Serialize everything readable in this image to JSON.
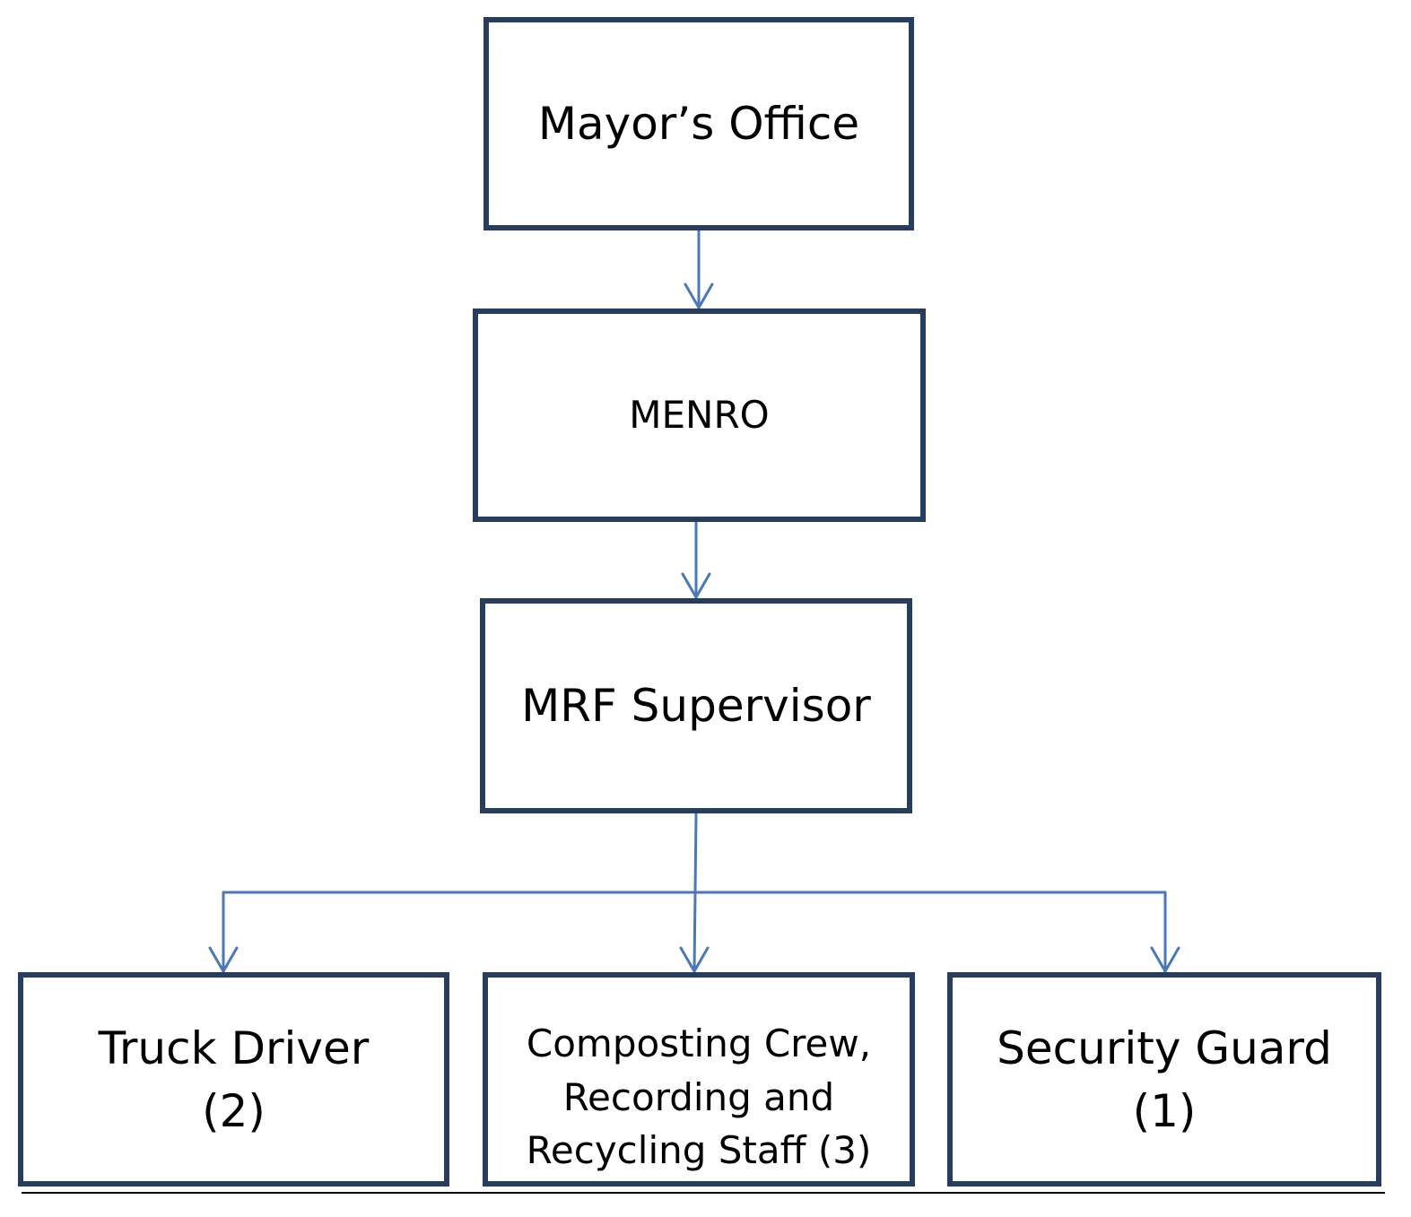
{
  "diagram": {
    "colors": {
      "box_border": "#263d5e",
      "connector": "#4a78b8",
      "text": "#000000",
      "background": "#ffffff"
    },
    "boxes": {
      "mayors_office": "Mayor’s Office",
      "menro": "MENRO",
      "mrf_supervisor": "MRF Supervisor",
      "truck_driver": "Truck Driver\n(2)",
      "composting_crew": "Composting Crew,\nRecording and\nRecycling Staff (3)",
      "security_guard": "Security Guard\n(1)"
    }
  }
}
